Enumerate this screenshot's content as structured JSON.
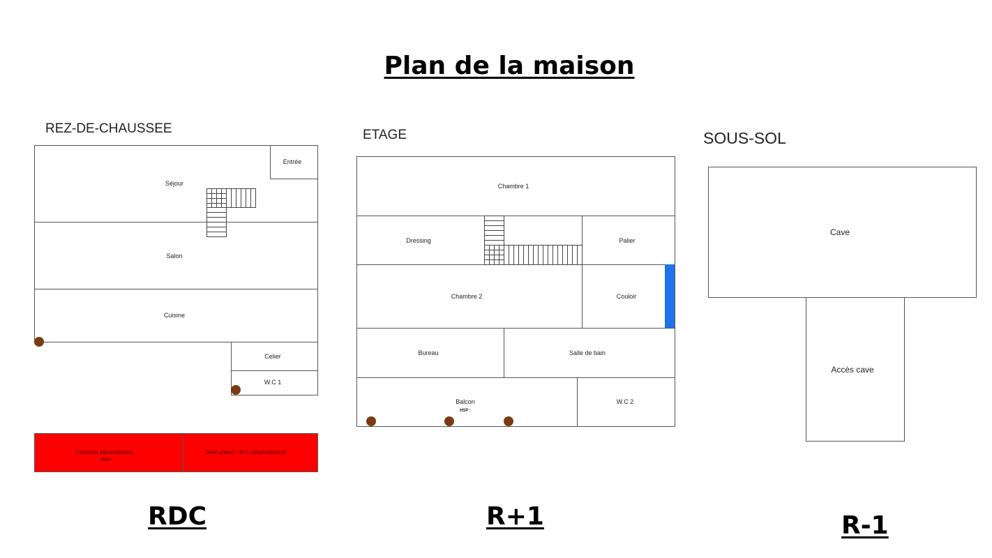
{
  "title": "Plan de la maison",
  "floors": {
    "rdc": {
      "heading": "REZ-DE-CHAUSSEE",
      "level": "RDC",
      "rooms": {
        "entree": "Entrée",
        "sejour": "Séjour",
        "salon": "Salon",
        "cuisine": "Cuisine",
        "celier": "Celier",
        "wc1": "W.C  1",
        "chambre_dep": "Chambre (dépendance)",
        "chambre_dep_hsp": "HSP :",
        "salle_eau_dep": "Salle d'eau + W.C (dépendance)"
      }
    },
    "etage": {
      "heading": "ETAGE",
      "level": "R+1",
      "rooms": {
        "chambre1": "Chambre  1",
        "dressing": "Dressing",
        "palier": "Palier",
        "chambre2": "Chambre  2",
        "couloir": "Couloir",
        "bureau": "Bureau",
        "salle_bain": "Salle de bain",
        "balcon": "Balcon",
        "balcon_hsp": "HSP :",
        "wc2": "W.C  2"
      }
    },
    "sous_sol": {
      "heading": "SOUS-SOL",
      "level": "R-1",
      "rooms": {
        "cave": "Cave",
        "acces_cave": "Accès cave"
      }
    }
  },
  "colors": {
    "dependance": "#ff0000",
    "window_marker": "#1e73e8",
    "post_marker": "#7a3b12",
    "wall": "#555555"
  }
}
